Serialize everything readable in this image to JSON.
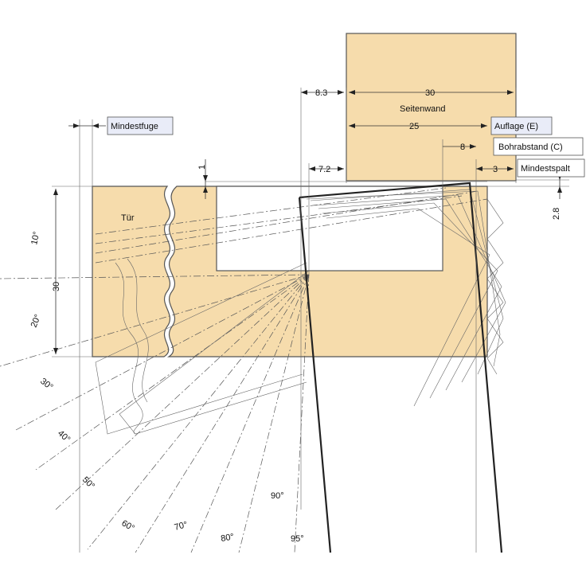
{
  "labels": {
    "seitenwand": "Seitenwand",
    "tuer": "Tür",
    "mindestfuge": "Mindestfuge",
    "auflage": "Auflage (E)",
    "bohrabstand": "Bohrabstand (C)",
    "mindestspalt": "Mindestspalt"
  },
  "dimensions": {
    "d30_top": "30",
    "d25": "25",
    "d8_3": "8.3",
    "d8": "8",
    "d7_2": "7.2",
    "d3": "3",
    "d1": "1",
    "d2_8": "2.8",
    "d30_left": "30"
  },
  "angles": [
    "10°",
    "20°",
    "30°",
    "40°",
    "50°",
    "60°",
    "70°",
    "80°",
    "90°",
    "95°"
  ],
  "colors": {
    "wood": "#f6dcac",
    "label_box": "#e9ecf8"
  }
}
